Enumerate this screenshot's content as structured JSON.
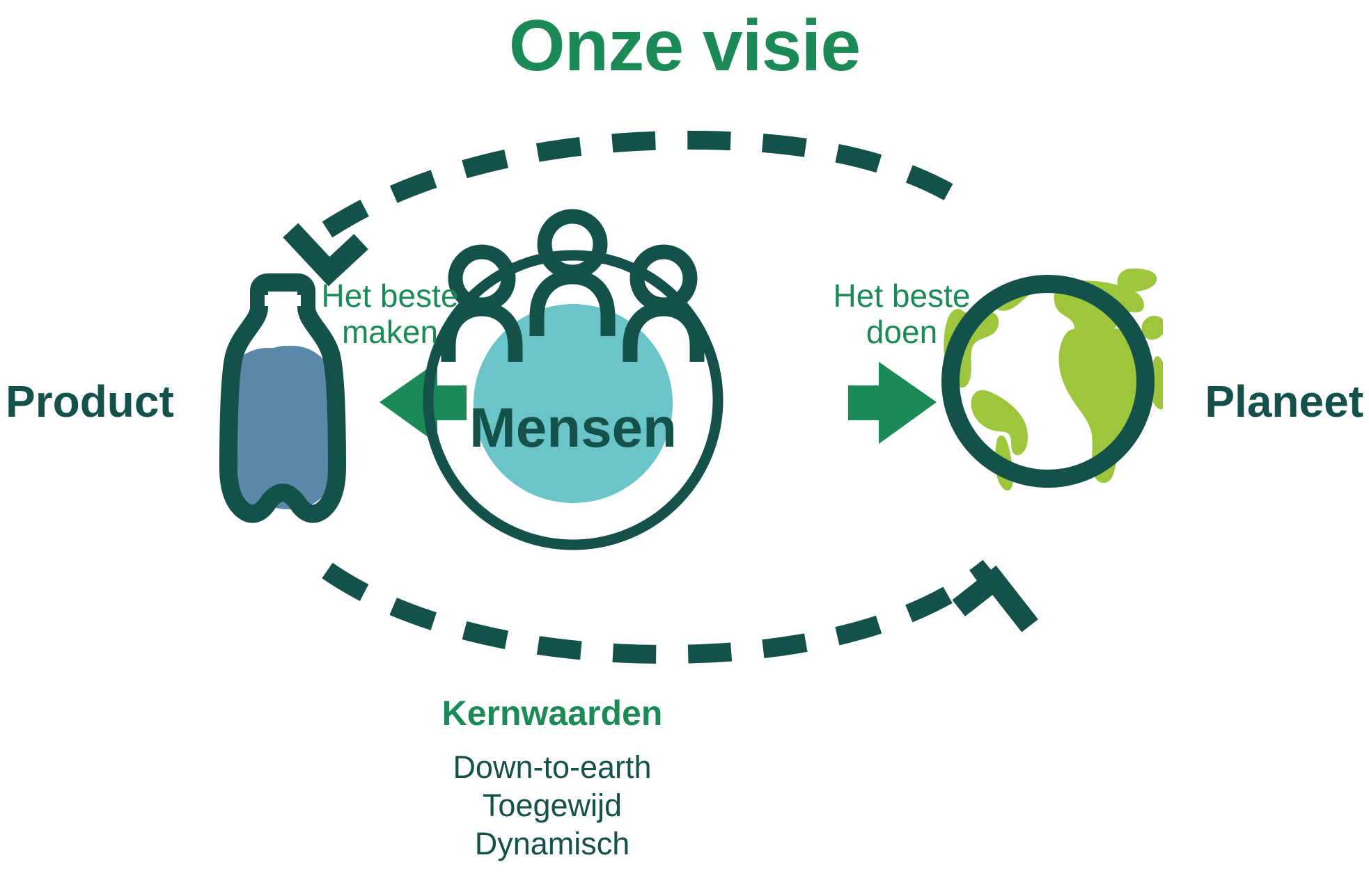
{
  "title": "Onze visie",
  "labels": {
    "left": "Product",
    "right": "Planeet"
  },
  "center": {
    "label": "Mensen"
  },
  "flows": [
    {
      "id": "make",
      "line1": "Het beste",
      "line2": "maken",
      "direction": "left"
    },
    {
      "id": "do",
      "line1": "Het beste",
      "line2": "doen",
      "direction": "right"
    }
  ],
  "core_values": {
    "heading": "Kernwaarden",
    "items": [
      "Down-to-earth",
      "Toegewijd",
      "Dynamisch"
    ]
  },
  "icons": {
    "bottle": "bottle-icon",
    "globe": "globe-icon",
    "people": "people-group-icon",
    "arrow_left": "arrow-left-icon",
    "arrow_right": "arrow-right-icon",
    "loop_top": "dashed-arc-arrow-left-icon",
    "loop_bottom": "dashed-arc-arrow-right-icon"
  },
  "colors": {
    "green": "#1b8a56",
    "dark_teal": "#14514b",
    "light_teal": "#6bc4c8",
    "bottle_blue": "#5b87a8",
    "globe_green": "#9ec63c",
    "background": "#ffffff"
  }
}
